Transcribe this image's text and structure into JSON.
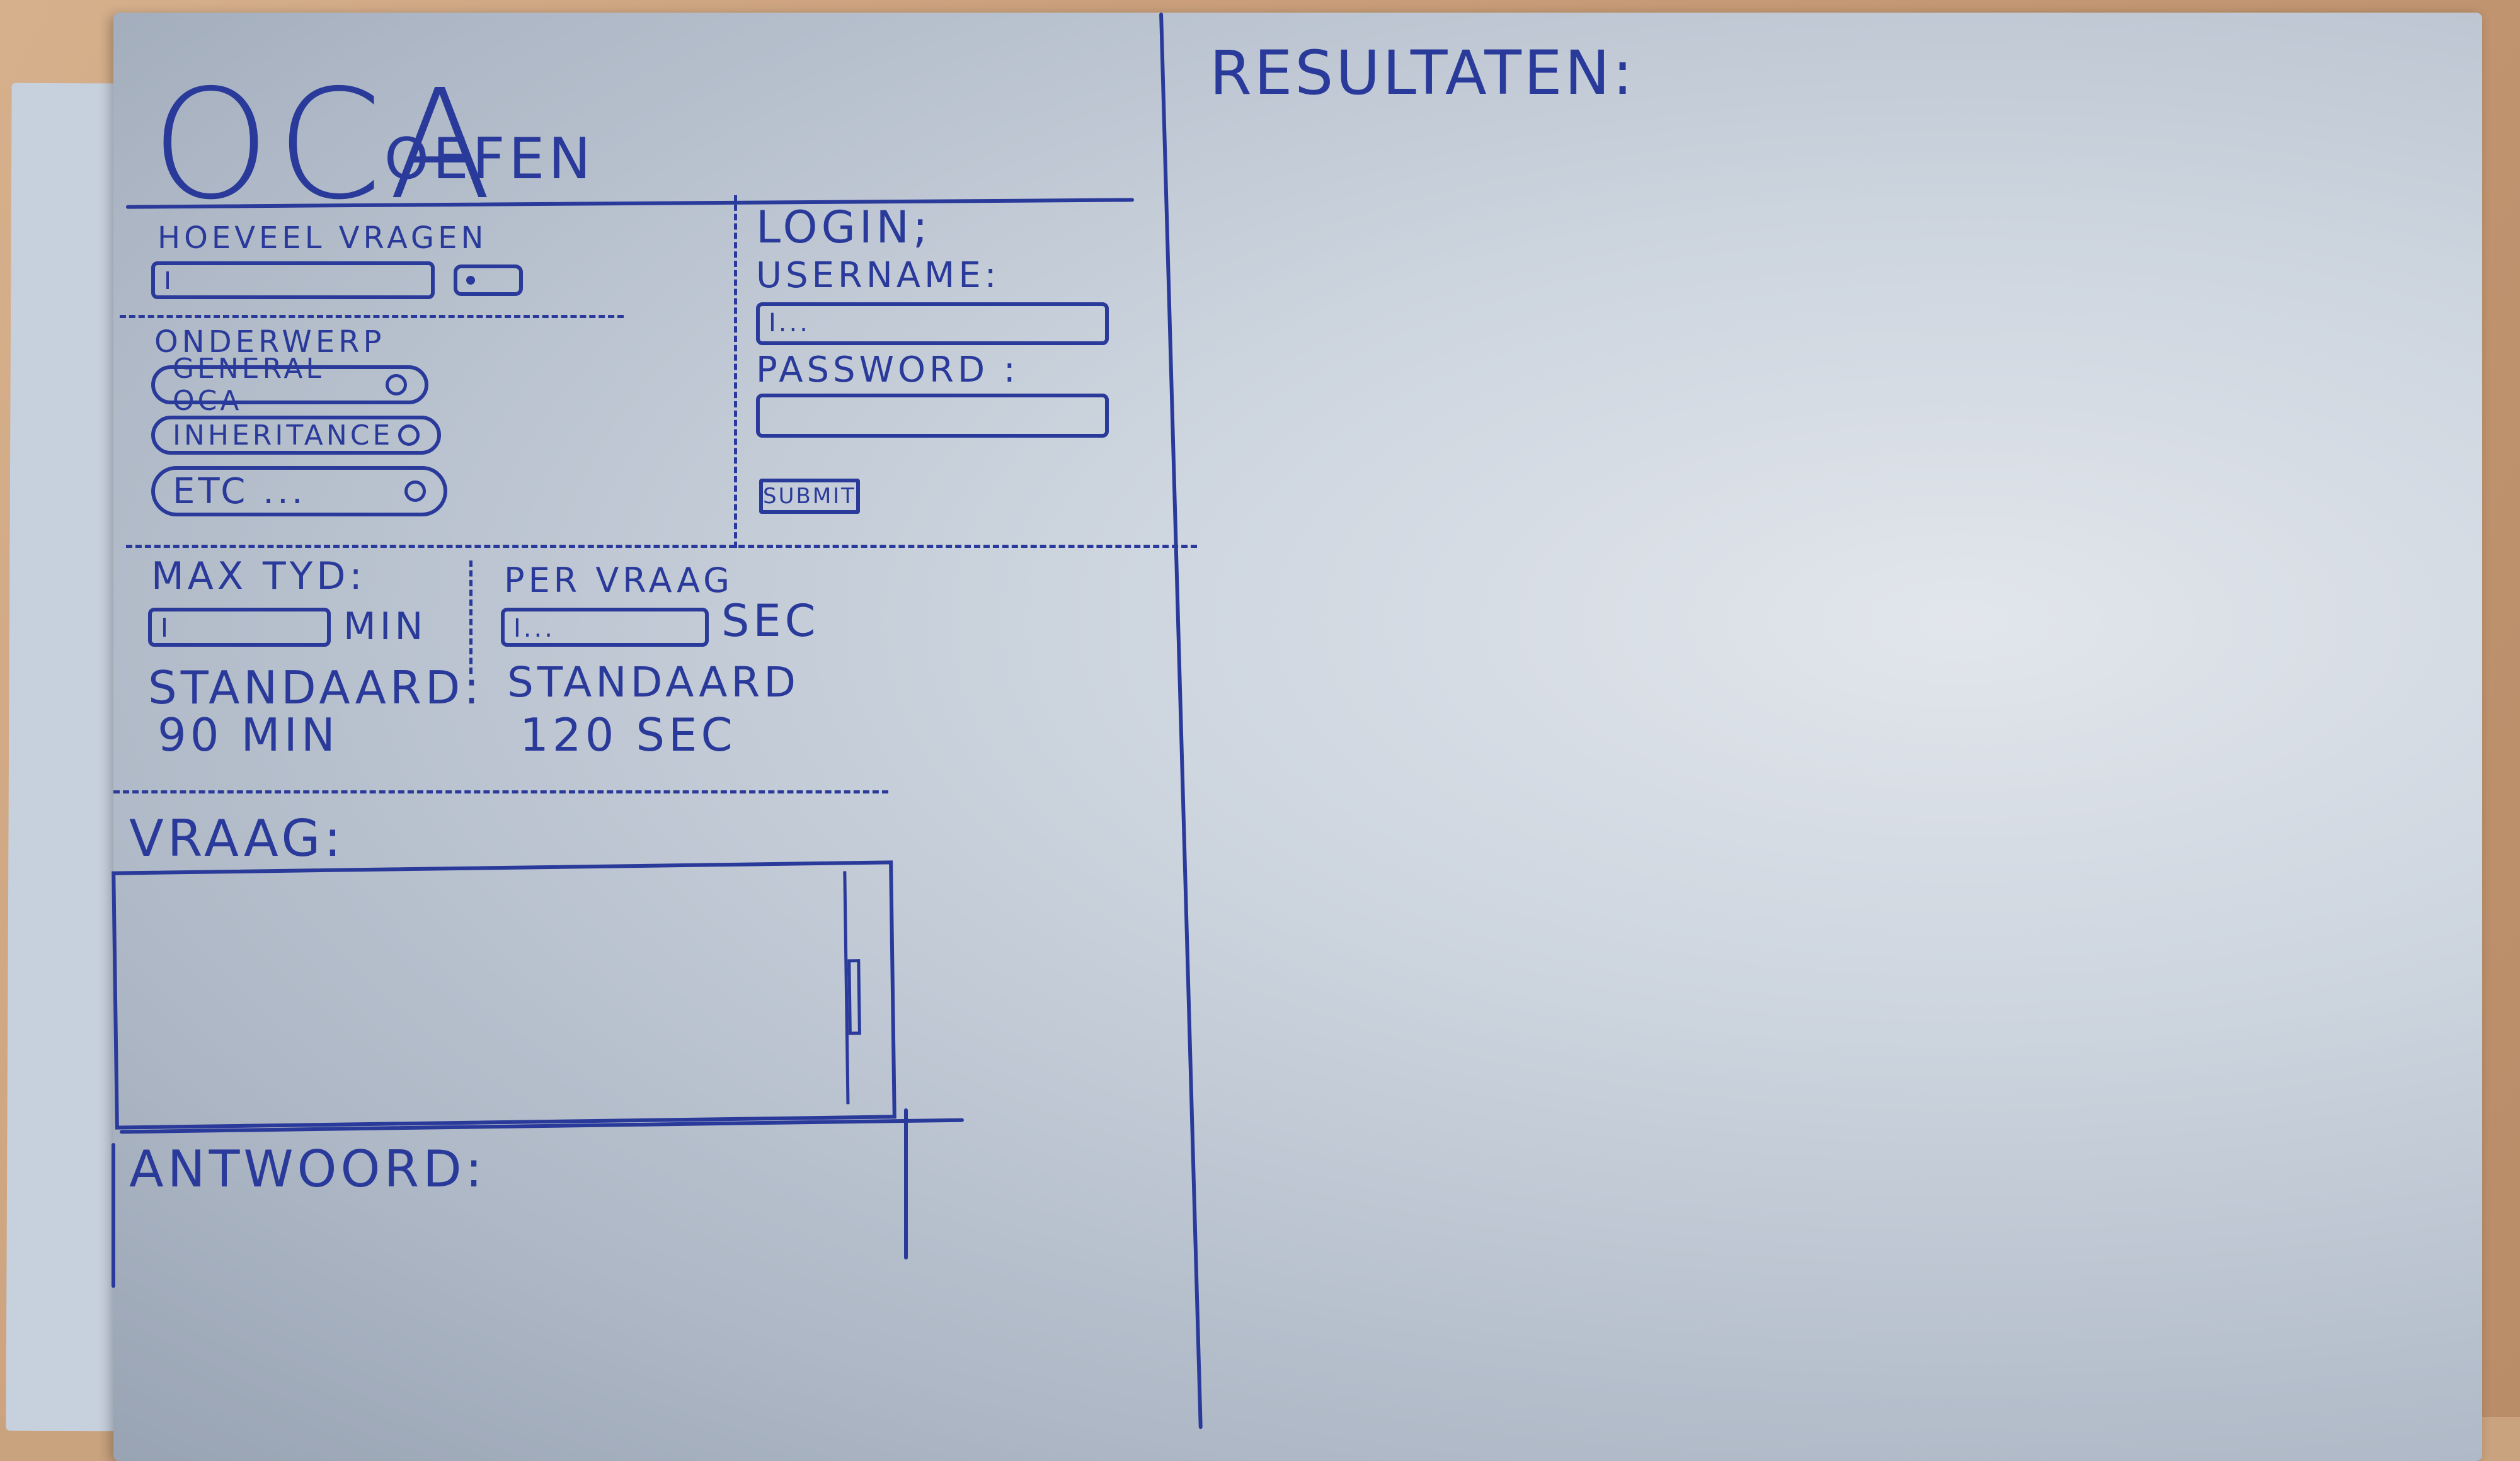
{
  "header": {
    "logo": "OCA",
    "subtitle": "OEFEN"
  },
  "questions": {
    "label": "HOEVEEL VRAGEN",
    "value": "I"
  },
  "subjects": {
    "label": "ONDERWERP",
    "options": [
      "GENERAL OCA",
      "INHERITANCE",
      "ETC ..."
    ]
  },
  "login": {
    "title": "LOGIN;",
    "username_label": "USERNAME:",
    "username_value": "I...",
    "password_label": "PASSWORD :",
    "password_value": "",
    "submit_label": "SUBMIT"
  },
  "timer": {
    "max_label": "MAX TYD:",
    "max_value": "I",
    "max_unit": "MIN",
    "max_default_label": "STANDAARD:",
    "max_default_value": "90 MIN",
    "per_label": "PER VRAAG",
    "per_value": "I...",
    "per_unit": "SEC",
    "per_default_label": "STANDAARD",
    "per_default_value": "120 SEC"
  },
  "question_panel": {
    "label": "VRAAG:"
  },
  "answer_panel": {
    "label": "ANTWOORD:"
  },
  "results": {
    "label": "RESULTATEN:"
  },
  "colors": {
    "ink": "#2a3a9a",
    "paper": "#d9dee6"
  }
}
